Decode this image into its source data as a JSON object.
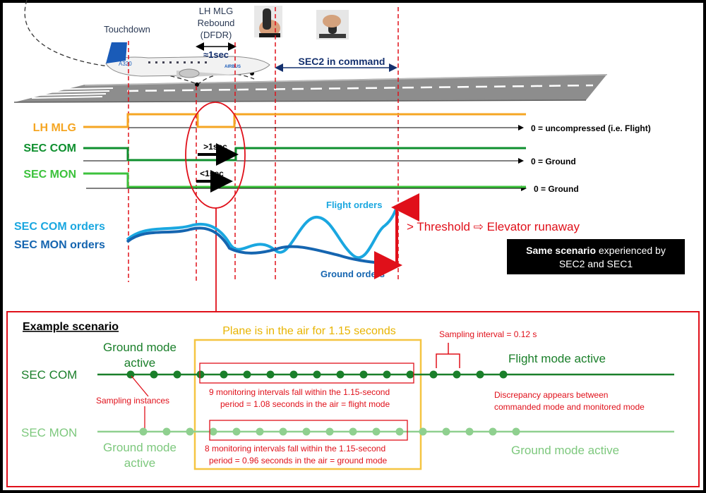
{
  "top": {
    "touchdown_label": "Touchdown",
    "rebound_label_l1": "LH MLG",
    "rebound_label_l2": "Rebound",
    "rebound_label_l3": "(DFDR)",
    "rebound_duration": "≈1sec",
    "sec2_command_label": "SEC2 in command",
    "aircraft_model": "A320",
    "aircraft_brand": "AIRBUS"
  },
  "signals": {
    "lh_mlg": {
      "name": "LH MLG",
      "zero_label": "0 = uncompressed (i.e. Flight)",
      "color": "#f5a623"
    },
    "sec_com": {
      "name": "SEC COM",
      "zero_label": "0 = Ground",
      "gt_label": ">1sec",
      "color": "#0e8f2e"
    },
    "sec_mon": {
      "name": "SEC MON",
      "zero_label": "0 = Ground",
      "lt_label": "<1sec",
      "color": "#3cc23c"
    }
  },
  "orders": {
    "com_label": "SEC COM orders",
    "mon_label": "SEC MON orders",
    "flight_orders": "Flight orders",
    "ground_orders": "Ground orders",
    "threshold_text": "> Threshold ⇨ Elevator runaway",
    "scenario_box_bold": "Same scenario",
    "scenario_box_rest": " experienced by",
    "scenario_box_line2": "SEC2 and SEC1",
    "com_color": "#1aa7e0",
    "mon_color": "#1565b0"
  },
  "example": {
    "title": "Example scenario",
    "air_box_title": "Plane is in the air for 1.15 seconds",
    "sampling_interval": "Sampling interval = 0.12 s",
    "sec_com_label": "SEC COM",
    "sec_mon_label": "SEC MON",
    "com_ground_l1": "Ground mode",
    "com_ground_l2": "active",
    "com_flight": "Flight mode active",
    "sampling_instances": "Sampling instances",
    "com_note_l1": "9 monitoring intervals fall within the 1.15-second",
    "com_note_l2": "period = 1.08 seconds in the air = flight mode",
    "mon_note_l1": "8 monitoring intervals fall within the 1.15-second",
    "mon_note_l2": "period = 0.96 seconds in the air = ground mode",
    "discrepancy_l1": "Discrepancy appears between",
    "discrepancy_l2": "commanded mode and monitored mode",
    "mon_ground_left_l1": "Ground mode",
    "mon_ground_left_l2": "active",
    "mon_ground_right": "Ground mode active",
    "com_dot_color": "#1a7f2a",
    "mon_dot_color": "#8fd08f",
    "accent_red": "#e0101a",
    "air_box_color": "#f5c542"
  }
}
